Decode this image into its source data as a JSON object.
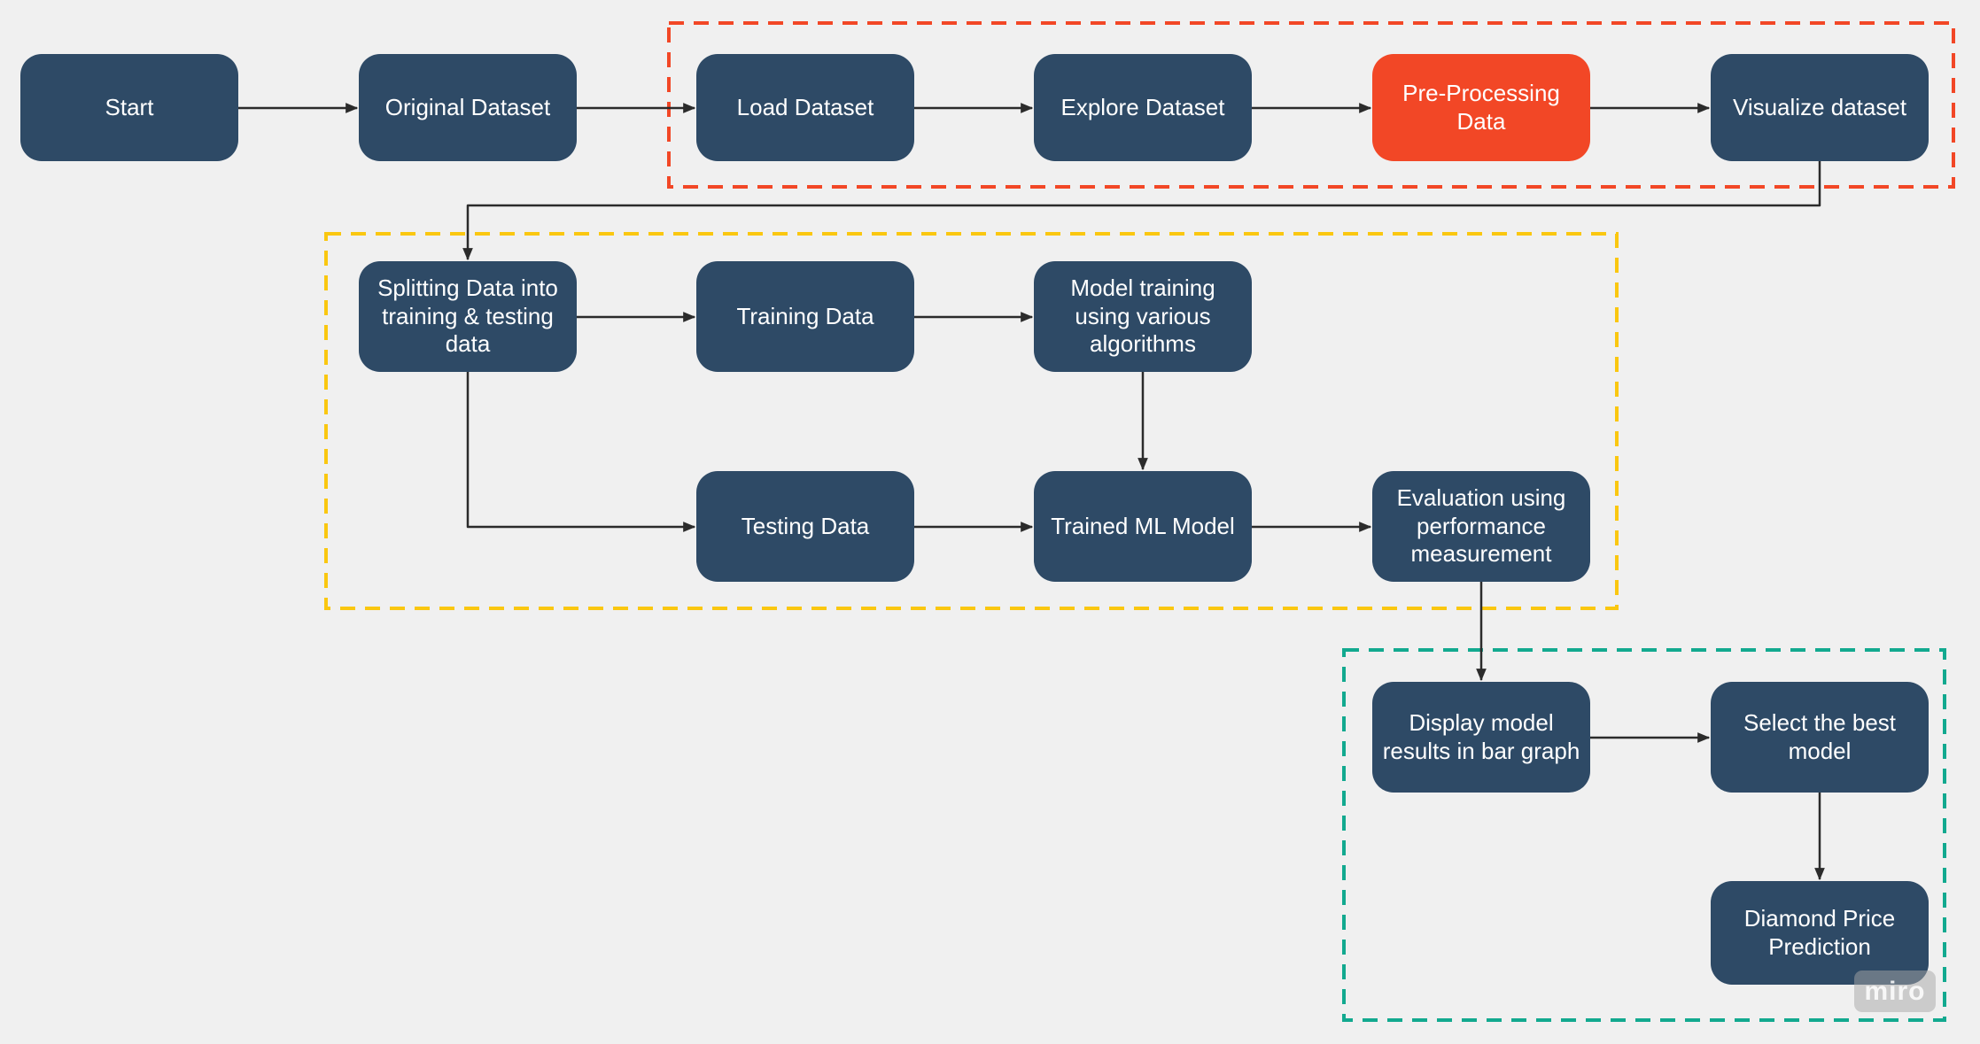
{
  "colors": {
    "background": "#f0f0f0",
    "node_fill": "#2e4a66",
    "node_text": "#ffffff",
    "highlight_fill": "#f24726",
    "group_red": "#f24726",
    "group_yellow": "#fac710",
    "group_teal": "#12a98f",
    "arrow": "#2b2b2b"
  },
  "nodes": [
    {
      "id": "start",
      "label": "Start",
      "variant": "default"
    },
    {
      "id": "original",
      "label": "Original Dataset",
      "variant": "default"
    },
    {
      "id": "load",
      "label": "Load Dataset",
      "variant": "default"
    },
    {
      "id": "explore",
      "label": "Explore Dataset",
      "variant": "default"
    },
    {
      "id": "preprocess",
      "label": "Pre-Processing Data",
      "variant": "highlight"
    },
    {
      "id": "visualize",
      "label": "Visualize dataset",
      "variant": "default"
    },
    {
      "id": "split",
      "label": "Splitting Data into training & testing data",
      "variant": "default"
    },
    {
      "id": "training",
      "label": "Training Data",
      "variant": "default"
    },
    {
      "id": "model_train",
      "label": "Model training using various algorithms",
      "variant": "default"
    },
    {
      "id": "testing",
      "label": "Testing Data",
      "variant": "default"
    },
    {
      "id": "trained",
      "label": "Trained ML Model",
      "variant": "default"
    },
    {
      "id": "evaluation",
      "label": "Evaluation using performance measurement",
      "variant": "default"
    },
    {
      "id": "display",
      "label": "Display model results in bar graph",
      "variant": "default"
    },
    {
      "id": "select",
      "label": "Select the best model",
      "variant": "default"
    },
    {
      "id": "diamond",
      "label": "Diamond Price Prediction",
      "variant": "default"
    }
  ],
  "edges": [
    {
      "from": "start",
      "to": "original"
    },
    {
      "from": "original",
      "to": "load"
    },
    {
      "from": "load",
      "to": "explore"
    },
    {
      "from": "explore",
      "to": "preprocess"
    },
    {
      "from": "preprocess",
      "to": "visualize"
    },
    {
      "from": "visualize",
      "to": "split"
    },
    {
      "from": "split",
      "to": "training"
    },
    {
      "from": "training",
      "to": "model_train"
    },
    {
      "from": "model_train",
      "to": "trained"
    },
    {
      "from": "split",
      "to": "testing"
    },
    {
      "from": "testing",
      "to": "trained"
    },
    {
      "from": "trained",
      "to": "evaluation"
    },
    {
      "from": "evaluation",
      "to": "display"
    },
    {
      "from": "display",
      "to": "select"
    },
    {
      "from": "select",
      "to": "diamond"
    }
  ],
  "groups": [
    {
      "id": "data-preparation-frame",
      "color_key": "group_red"
    },
    {
      "id": "model-training-frame",
      "color_key": "group_yellow"
    },
    {
      "id": "model-selection-frame",
      "color_key": "group_teal"
    }
  ],
  "watermark": {
    "label": "miro"
  }
}
